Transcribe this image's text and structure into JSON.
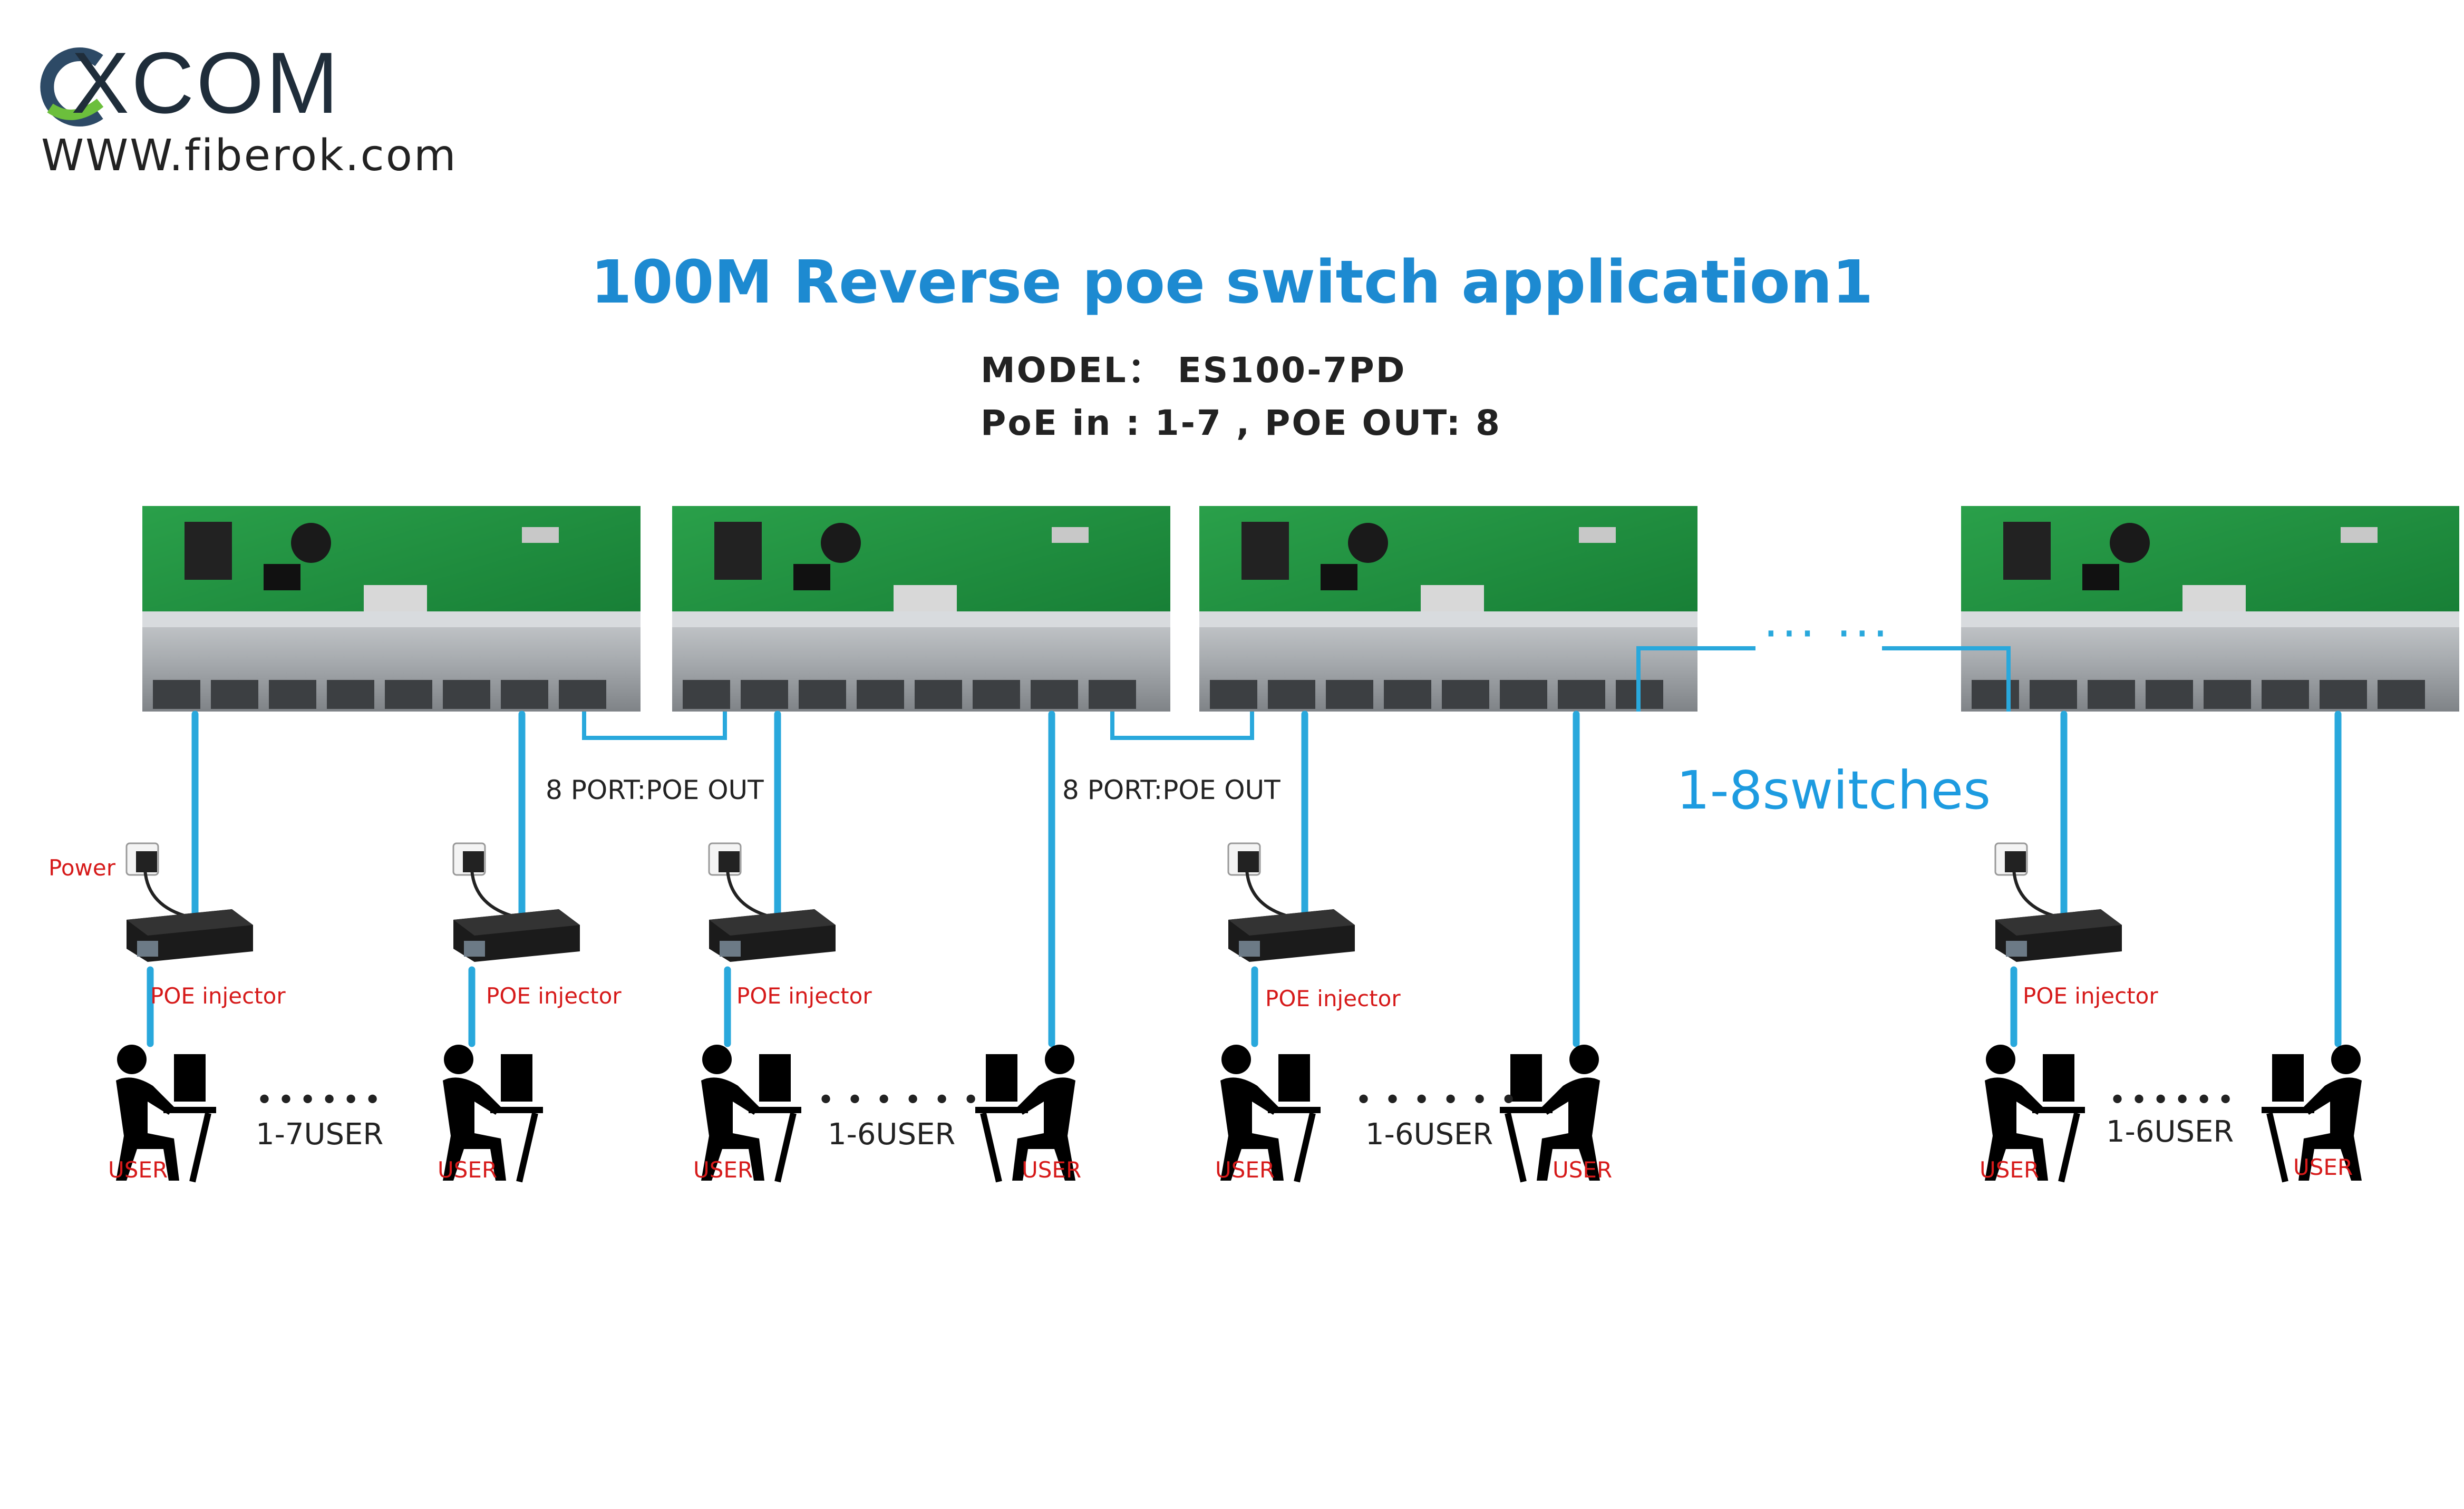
{
  "brand": {
    "name": "XCOM",
    "url": "WWW.fiberok.com"
  },
  "title": "100M Reverse poe switch application1",
  "model": "MODEL： ES100-7PD",
  "poe_spec": "PoE in  : 1-7 , POE OUT: 8",
  "port_out_label": "8 PORT:POE OUT",
  "switches_label": "1-8switches",
  "chain_dots": "··· ···",
  "power_label": "Power",
  "injector_label": "POE injector",
  "user_label": "USER",
  "dots": "••••••",
  "group_labels": [
    "1-7USER",
    "1-6USER",
    "1-6USER",
    "1-6USER"
  ],
  "colors": {
    "cable": "#29a8dc",
    "title": "#1d8ad1",
    "red": "#d61a1a",
    "pcb": "#1e8a3e",
    "metal": "#9a9ea2"
  }
}
